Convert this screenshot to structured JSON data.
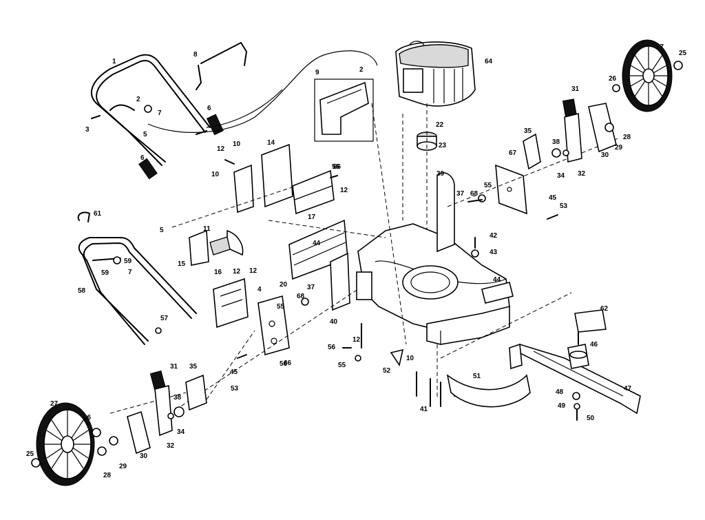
{
  "diagram": {
    "part_numbers": [
      "1",
      "2",
      "2",
      "3",
      "4",
      "5",
      "5",
      "6",
      "6",
      "7",
      "7",
      "8",
      "9",
      "10",
      "10",
      "10",
      "11",
      "12",
      "12",
      "12",
      "12",
      "12",
      "14",
      "15",
      "16",
      "17",
      "20",
      "22",
      "23",
      "25",
      "25",
      "26",
      "26",
      "27",
      "27",
      "28",
      "28",
      "29",
      "29",
      "30",
      "30",
      "31",
      "31",
      "32",
      "32",
      "34",
      "34",
      "35",
      "35",
      "37",
      "37",
      "38",
      "38",
      "39",
      "40",
      "41",
      "42",
      "43",
      "44",
      "44",
      "45",
      "45",
      "46",
      "47",
      "48",
      "49",
      "50",
      "51",
      "52",
      "53",
      "53",
      "55",
      "55",
      "55",
      "56",
      "56",
      "56",
      "57",
      "58",
      "59",
      "59",
      "61",
      "62",
      "64",
      "66",
      "66",
      "67",
      "68",
      "68"
    ]
  }
}
